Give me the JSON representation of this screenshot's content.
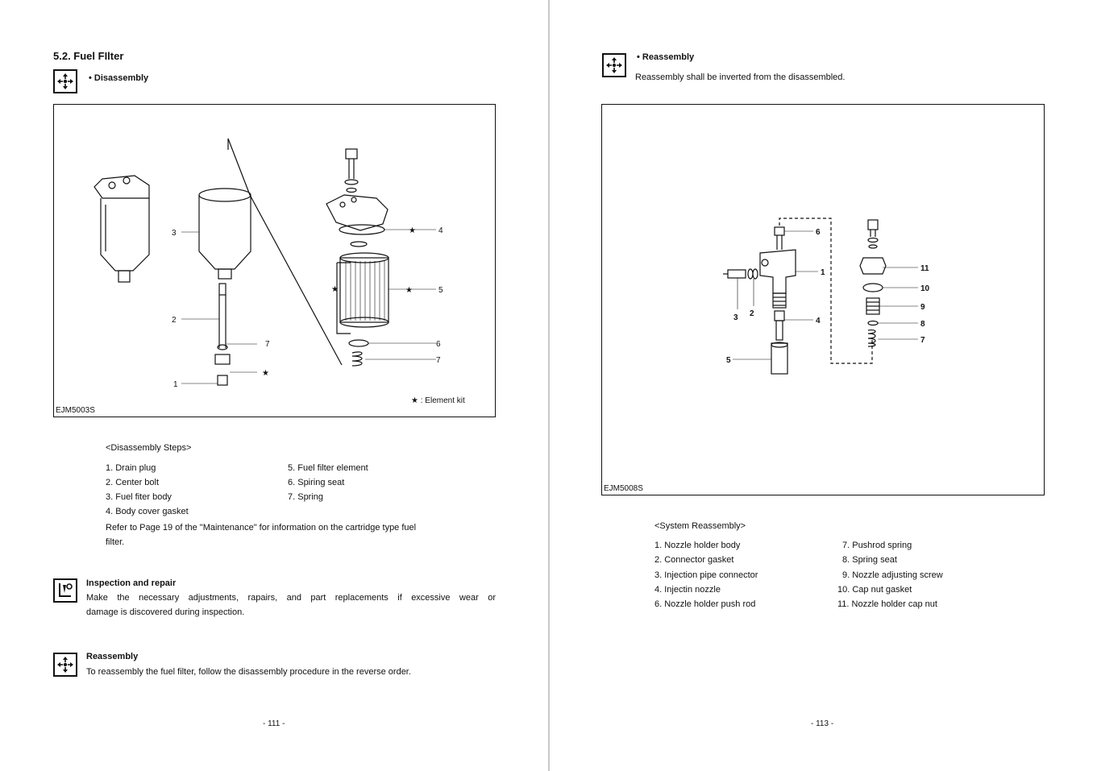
{
  "left": {
    "section_title": "5.2. Fuel FIlter",
    "disassembly_label": "• Disassembly",
    "figure_code": "EJM5003S",
    "figure_callouts": [
      "1",
      "2",
      "3",
      "4",
      "5",
      "6",
      "7",
      "7"
    ],
    "element_kit": "★ : Element kit",
    "steps_title": "<Disassembly Steps>",
    "steps_col1": [
      "1. Drain plug",
      "2. Center bolt",
      "3. Fuel fiter body",
      "4. Body cover gasket"
    ],
    "steps_col2": [
      "5. Fuel filter element",
      "6. Spiring seat",
      "7. Spring"
    ],
    "note_line1": "Refer to Page 19 of the \"Maintenance\" for information on the cartridge type fuel",
    "note_line2": "filter.",
    "inspection_title": "Inspection and repair",
    "inspection_line1": "Make the necessary adjustments, rapairs, and part replacements if excessive wear or",
    "inspection_line2": "damage is discovered during inspection.",
    "reassembly_title": "Reassembly",
    "reassembly_text": "To reassembly the fuel filter, follow the disassembly procedure in the reverse order.",
    "page_number": "- 111 -"
  },
  "right": {
    "reassembly_label": "• Reassembly",
    "reassembly_text": "Reassembly shall be inverted from the disassembled.",
    "figure_code": "EJM5008S",
    "figure_callouts": [
      "1",
      "2",
      "3",
      "4",
      "5",
      "6",
      "7",
      "8",
      "9",
      "10",
      "11"
    ],
    "steps_title": "<System Reassembly>",
    "steps_col1": [
      "1. Nozzle holder body",
      "2. Connector gasket",
      "3. Injection pipe connector",
      "4. Injectin nozzle",
      "6. Nozzle holder push rod"
    ],
    "steps_col2": [
      "7. Pushrod spring",
      "8. Spring seat",
      "9. Nozzle adjusting screw",
      "10. Cap nut gasket",
      "11. Nozzle holder cap nut"
    ],
    "page_number": "- 113 -"
  }
}
